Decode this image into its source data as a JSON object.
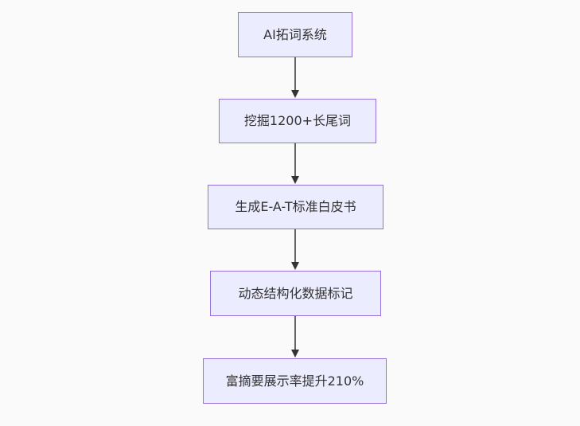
{
  "diagram": {
    "type": "flowchart",
    "direction": "top-down",
    "nodes": [
      {
        "id": "A",
        "label": "AI拓词系统"
      },
      {
        "id": "B",
        "label": "挖掘1200+长尾词"
      },
      {
        "id": "C",
        "label": "生成E-A-T标准白皮书"
      },
      {
        "id": "D",
        "label": "动态结构化数据标记"
      },
      {
        "id": "E",
        "label": "富摘要展示率提升210%"
      }
    ],
    "edges": [
      {
        "from": "A",
        "to": "B"
      },
      {
        "from": "B",
        "to": "C"
      },
      {
        "from": "C",
        "to": "D"
      },
      {
        "from": "D",
        "to": "E"
      }
    ],
    "colors": {
      "background": "#fafafa",
      "node_fill": "#ECECFF",
      "node_border": "#9370DB",
      "text": "#333333",
      "arrow": "#333333"
    }
  }
}
